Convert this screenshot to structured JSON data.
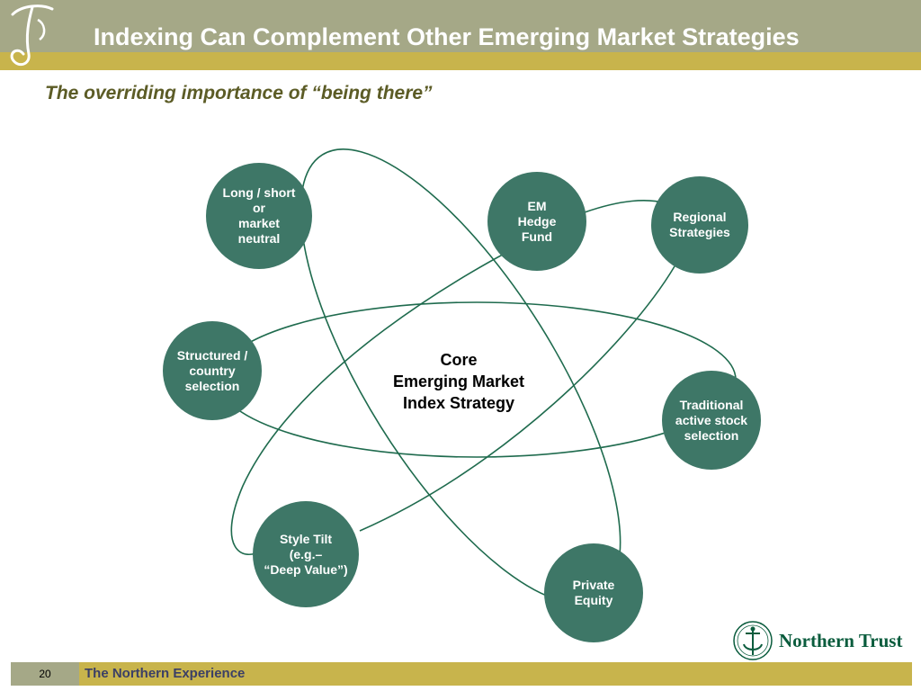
{
  "header": {
    "title": "Indexing Can Complement Other Emerging Market Strategies",
    "subtitle": "The overriding importance of “being there”"
  },
  "diagram": {
    "center": "Core\nEmerging Market\nIndex Strategy",
    "nodes": {
      "long_short": "Long / short\nor\nmarket\nneutral",
      "em_hedge": "EM\nHedge\nFund",
      "regional": "Regional\nStrategies",
      "structured": "Structured /\ncountry\nselection",
      "traditional": "Traditional\nactive stock\nselection",
      "style_tilt": "Style Tilt\n(e.g.–\n“Deep Value”)",
      "private_equity": "Private\nEquity"
    },
    "colors": {
      "node_fill": "#3e7767",
      "orbit_stroke": "#1f6b4e",
      "header_bar": "#a5a887",
      "accent_gold": "#c8b44c"
    }
  },
  "footer": {
    "page_number": "20",
    "text": "The Northern Experience",
    "brand": "Northern Trust"
  }
}
